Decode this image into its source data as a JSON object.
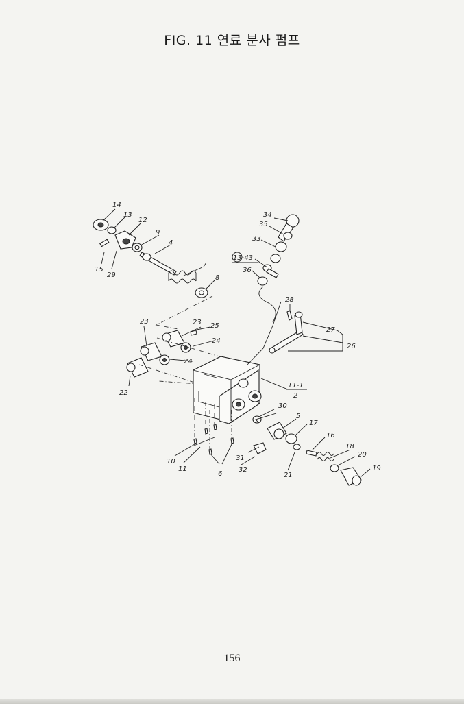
{
  "title": "FIG. 11 연료 분사 펌프",
  "page_number": "156",
  "callouts": {
    "c14": "14",
    "c13": "13",
    "c12": "12",
    "c9": "9",
    "c4": "4",
    "c15": "15",
    "c29": "29",
    "c7": "7",
    "c8": "8",
    "c34": "34",
    "c35": "35",
    "c33": "33",
    "c13_43": "13-43",
    "c36": "36",
    "c28": "28",
    "c27": "27",
    "c26": "26",
    "c23a": "23",
    "c23b": "23",
    "c25": "25",
    "c24a": "24",
    "c24b": "24",
    "c22": "22",
    "c11_1": "11-1",
    "c2": "2",
    "c30": "30",
    "c5": "5",
    "c17": "17",
    "c16": "16",
    "c18": "18",
    "c20": "20",
    "c19": "19",
    "c21": "21",
    "c31": "31",
    "c32": "32",
    "c10": "10",
    "c11": "11",
    "c6": "6"
  }
}
